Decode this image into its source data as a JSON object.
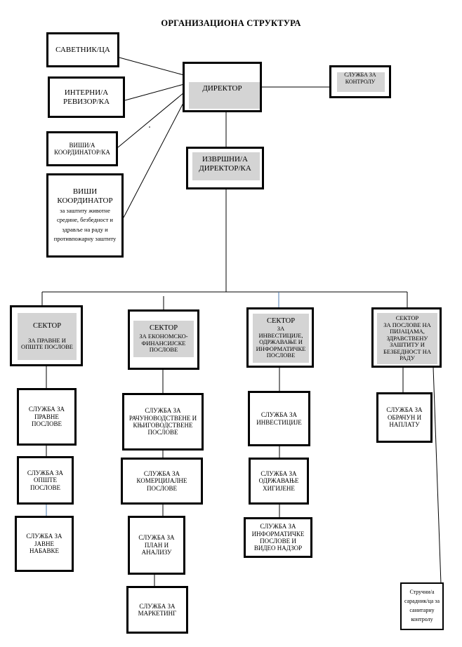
{
  "title": "ОРГАНИЗАЦИОНА СТРУКТУРА",
  "colors": {
    "line": "#000000",
    "border": "#000000",
    "fill": "#d4d4d4",
    "blue_line": "#4a7ab0"
  },
  "nodes": {
    "savetnik": "САВЕТНИК/ЦА",
    "interni_revizor": "ИНТЕРНИ/А РЕВИЗОР/КА",
    "visi_koordinator": "ВИШИ/А КООРДИНАТОР/КА",
    "visi_koordinator_zastita_title": "ВИШИ КООРДИНАТОР",
    "visi_koordinator_zastita_sub": "за заштиту животне средине, безбедност и здравље на раду и противпожарну заштиту",
    "direktor": "ДИРЕКТОР",
    "sluzba_kontrola": "СЛУЖБА ЗА КОНТРОЛУ",
    "izvrsni_direktor": "ИЗВРШНИ/А ДИРЕКТОР/КА"
  },
  "sectors": [
    {
      "heading": "СЕКТОР",
      "name": "ЗА ПРАВНЕ И ОПШТЕ ПОСЛОВЕ",
      "services": [
        "СЛУЖБА ЗА ПРАВНЕ ПОСЛОВЕ",
        "СЛУЖБА ЗА ОПШТЕ ПОСЛОВЕ",
        "СЛУЖБА ЗА ЈАВНЕ НАБАВКЕ"
      ]
    },
    {
      "heading": "СЕКТОР",
      "name": "ЗА ЕКОНОМСКО-ФИНАНСИЈСКЕ ПОСЛОВЕ",
      "services": [
        "СЛУЖБА ЗА РАЧУНОВОДСТВЕНЕ И КЊИГОВОДСТВЕНЕ ПОСЛОВЕ",
        "СЛУЖБА ЗА КОМЕРЦИЈАЛНЕ ПОСЛОВЕ",
        "СЛУЖБА ЗА ПЛАН И АНАЛИЗУ",
        "СЛУЖБА ЗА МАРКЕТИНГ"
      ]
    },
    {
      "heading": "СЕКТОР",
      "name": "ЗА ИНВЕСТИЦИЈЕ, ОДРЖАВАЊЕ И ИНФОРМАТИЧКЕ ПОСЛОВЕ",
      "services": [
        "СЛУЖБА ЗА ИНВЕСТИЦИЈЕ",
        "СЛУЖБА ЗА ОДРЖАВАЊЕ ХИГИЈЕНЕ",
        "СЛУЖБА ЗА ИНФОРМАТИЧКЕ ПОСЛОВЕ И ВИДЕО НАДЗОР"
      ]
    },
    {
      "heading": "СЕКТОР",
      "name": "ЗА ПОСЛОВЕ НА ПИЈАЦАМА, ЗДРАВСТВЕНУ ЗАШТИТУ И БЕЗБЕДНОСТ НА РАДУ",
      "services": [
        "СЛУЖБА ЗА ОБРАЧУН И НАПЛАТУ"
      ]
    }
  ],
  "strucni_saradnik": "Стручни/а сарадник/ца за санитарну контролу"
}
